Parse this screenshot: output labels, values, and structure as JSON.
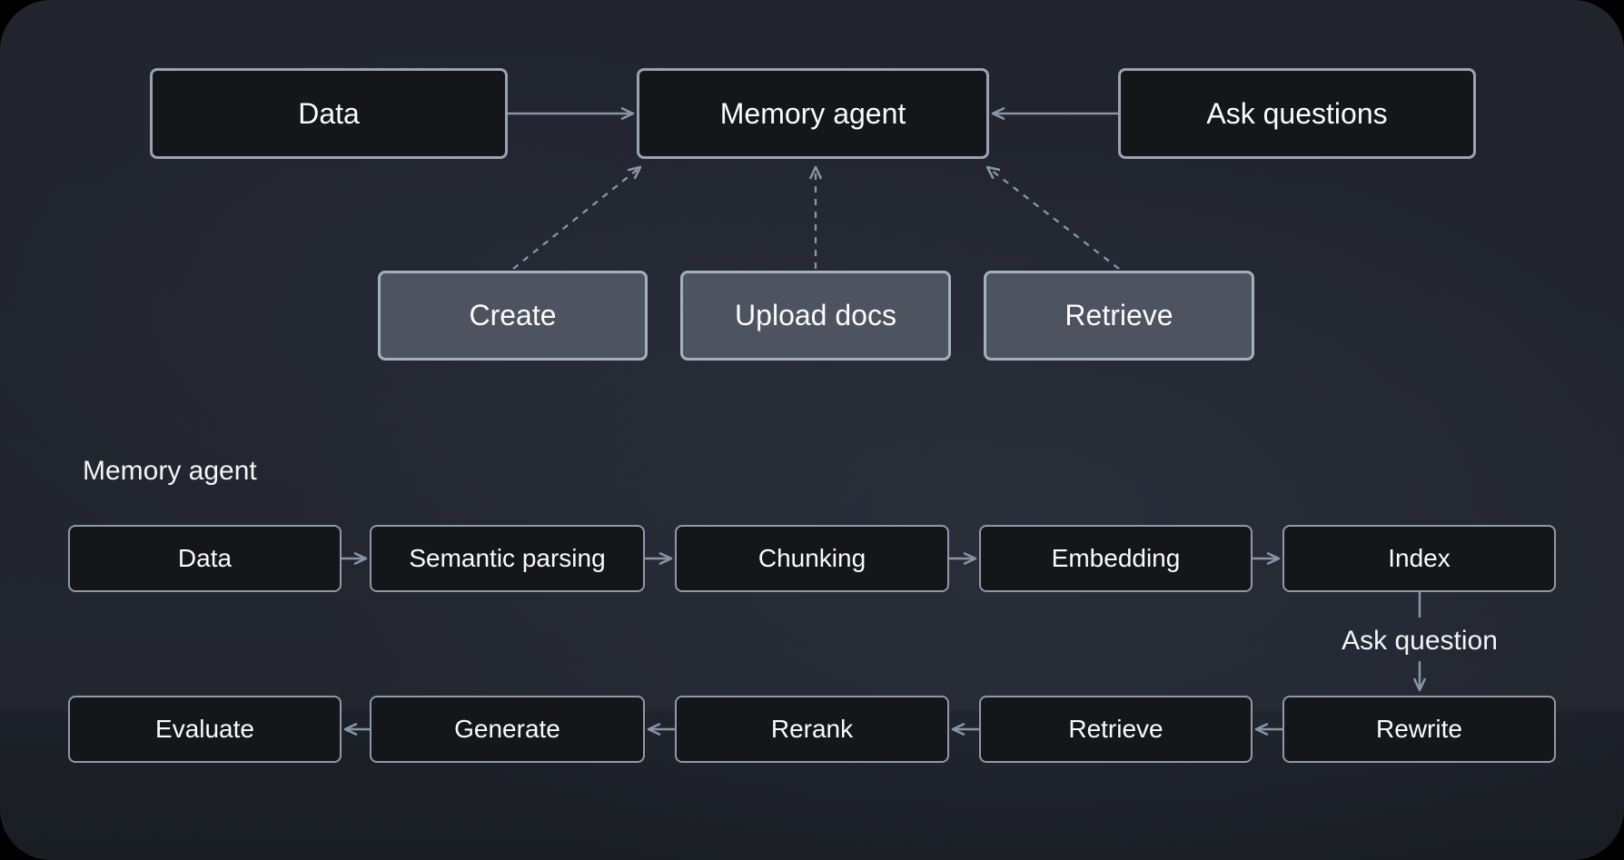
{
  "memory_flow": {
    "nodes": {
      "data": "Data",
      "memory_agent": "Memory agent",
      "ask_questions": "Ask questions",
      "create": "Create",
      "upload_docs": "Upload docs",
      "retrieve": "Retrieve"
    },
    "edges": [
      {
        "from": "data",
        "to": "memory_agent",
        "style": "solid"
      },
      {
        "from": "ask_questions",
        "to": "memory_agent",
        "style": "solid"
      },
      {
        "from": "create",
        "to": "memory_agent",
        "style": "dashed"
      },
      {
        "from": "upload_docs",
        "to": "memory_agent",
        "style": "dashed"
      },
      {
        "from": "retrieve",
        "to": "memory_agent",
        "style": "dashed"
      }
    ]
  },
  "memory_agent_detail": {
    "title": "Memory agent",
    "ingest_pipeline": [
      "Data",
      "Semantic parsing",
      "Chunking",
      "Embedding",
      "Index"
    ],
    "query_pipeline": [
      "Rewrite",
      "Retrieve",
      "Rerank",
      "Generate",
      "Evaluate"
    ],
    "ask_question_label": "Ask question",
    "edges": [
      {
        "from": "Data",
        "to": "Semantic parsing",
        "style": "solid"
      },
      {
        "from": "Semantic parsing",
        "to": "Chunking",
        "style": "solid"
      },
      {
        "from": "Chunking",
        "to": "Embedding",
        "style": "solid"
      },
      {
        "from": "Embedding",
        "to": "Index",
        "style": "solid"
      },
      {
        "from": "Index",
        "to": "Rewrite",
        "style": "solid",
        "label": "Ask question"
      },
      {
        "from": "Rewrite",
        "to": "Retrieve",
        "style": "solid"
      },
      {
        "from": "Retrieve",
        "to": "Rerank",
        "style": "solid"
      },
      {
        "from": "Rerank",
        "to": "Generate",
        "style": "solid"
      },
      {
        "from": "Generate",
        "to": "Evaluate",
        "style": "solid"
      }
    ]
  },
  "colors": {
    "canvas_background": "#21242d",
    "node_dark_fill": "#15161a",
    "node_gray_fill": "#4d545f",
    "node_border": "#99a3b5",
    "arrow": "#8b94a6",
    "text": "#fafbfc"
  }
}
